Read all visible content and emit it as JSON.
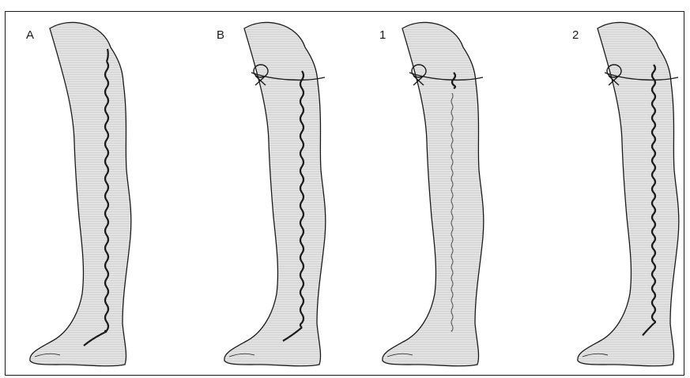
{
  "figure": {
    "panels": [
      {
        "label": "A",
        "variant": "varicose-vein-untreated"
      },
      {
        "label": "B",
        "variant": "ligation-at-groin"
      },
      {
        "label": "1",
        "variant": "ligation-with-stripped-vein"
      },
      {
        "label": "2",
        "variant": "ligation-with-recurrent-vein"
      }
    ],
    "colors": {
      "leg_fill": "#dedede",
      "outline": "#1a1a1a",
      "background": "#ffffff"
    }
  }
}
